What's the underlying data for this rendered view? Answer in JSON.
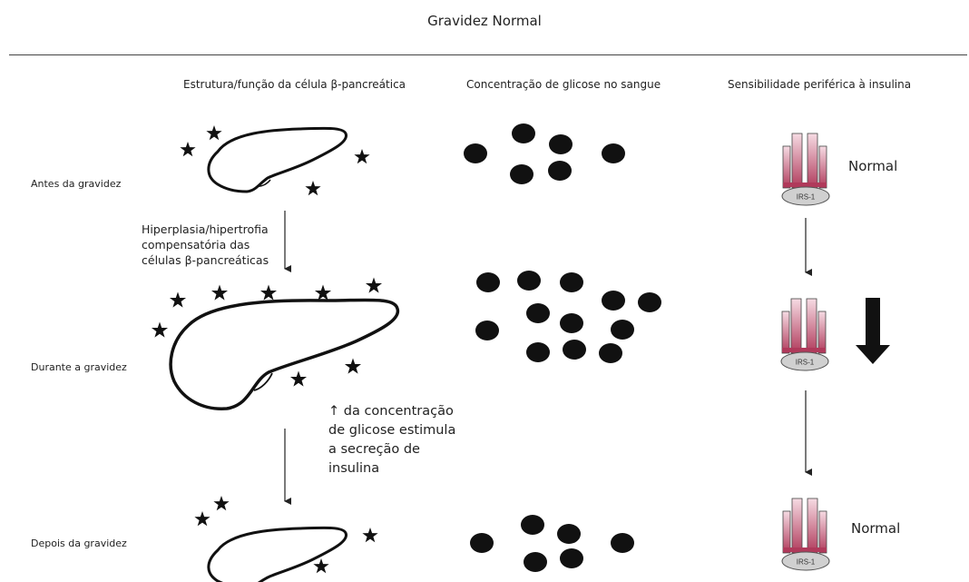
{
  "title": "Gravidez Normal",
  "columns": {
    "beta_cell": "Estrutura/função da célula β-pancreática",
    "glucose": "Concentração de glicose no sangue",
    "insulin": "Sensibilidade periférica à insulina"
  },
  "rows": {
    "before": "Antes da gravidez",
    "during": "Durante a gravidez",
    "after": "Depois da gravidez"
  },
  "notes": {
    "hyperplasia": "Hiperplasia/hipertrofia compensatória das células β-pancreáticas",
    "glucose_stimulus": "↑ da concentração de glicose estimula a secreção de insulina"
  },
  "receptor_label": "IRS-1",
  "status": {
    "before": "Normal",
    "after": "Normal"
  },
  "colors": {
    "receptor_dark": "#b03a5b",
    "receptor_light": "#f6dbe3",
    "irs_fill": "#d0d0d0"
  }
}
